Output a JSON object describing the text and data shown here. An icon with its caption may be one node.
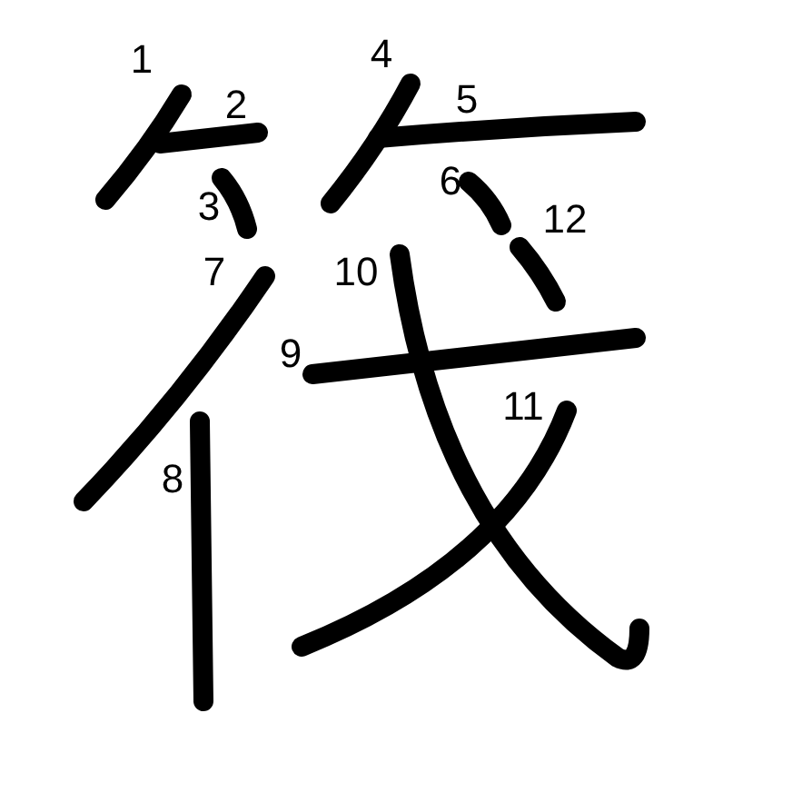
{
  "diagram": {
    "labels": [
      "1",
      "2",
      "3",
      "4",
      "5",
      "6",
      "7",
      "8",
      "9",
      "10",
      "11",
      "12"
    ]
  }
}
